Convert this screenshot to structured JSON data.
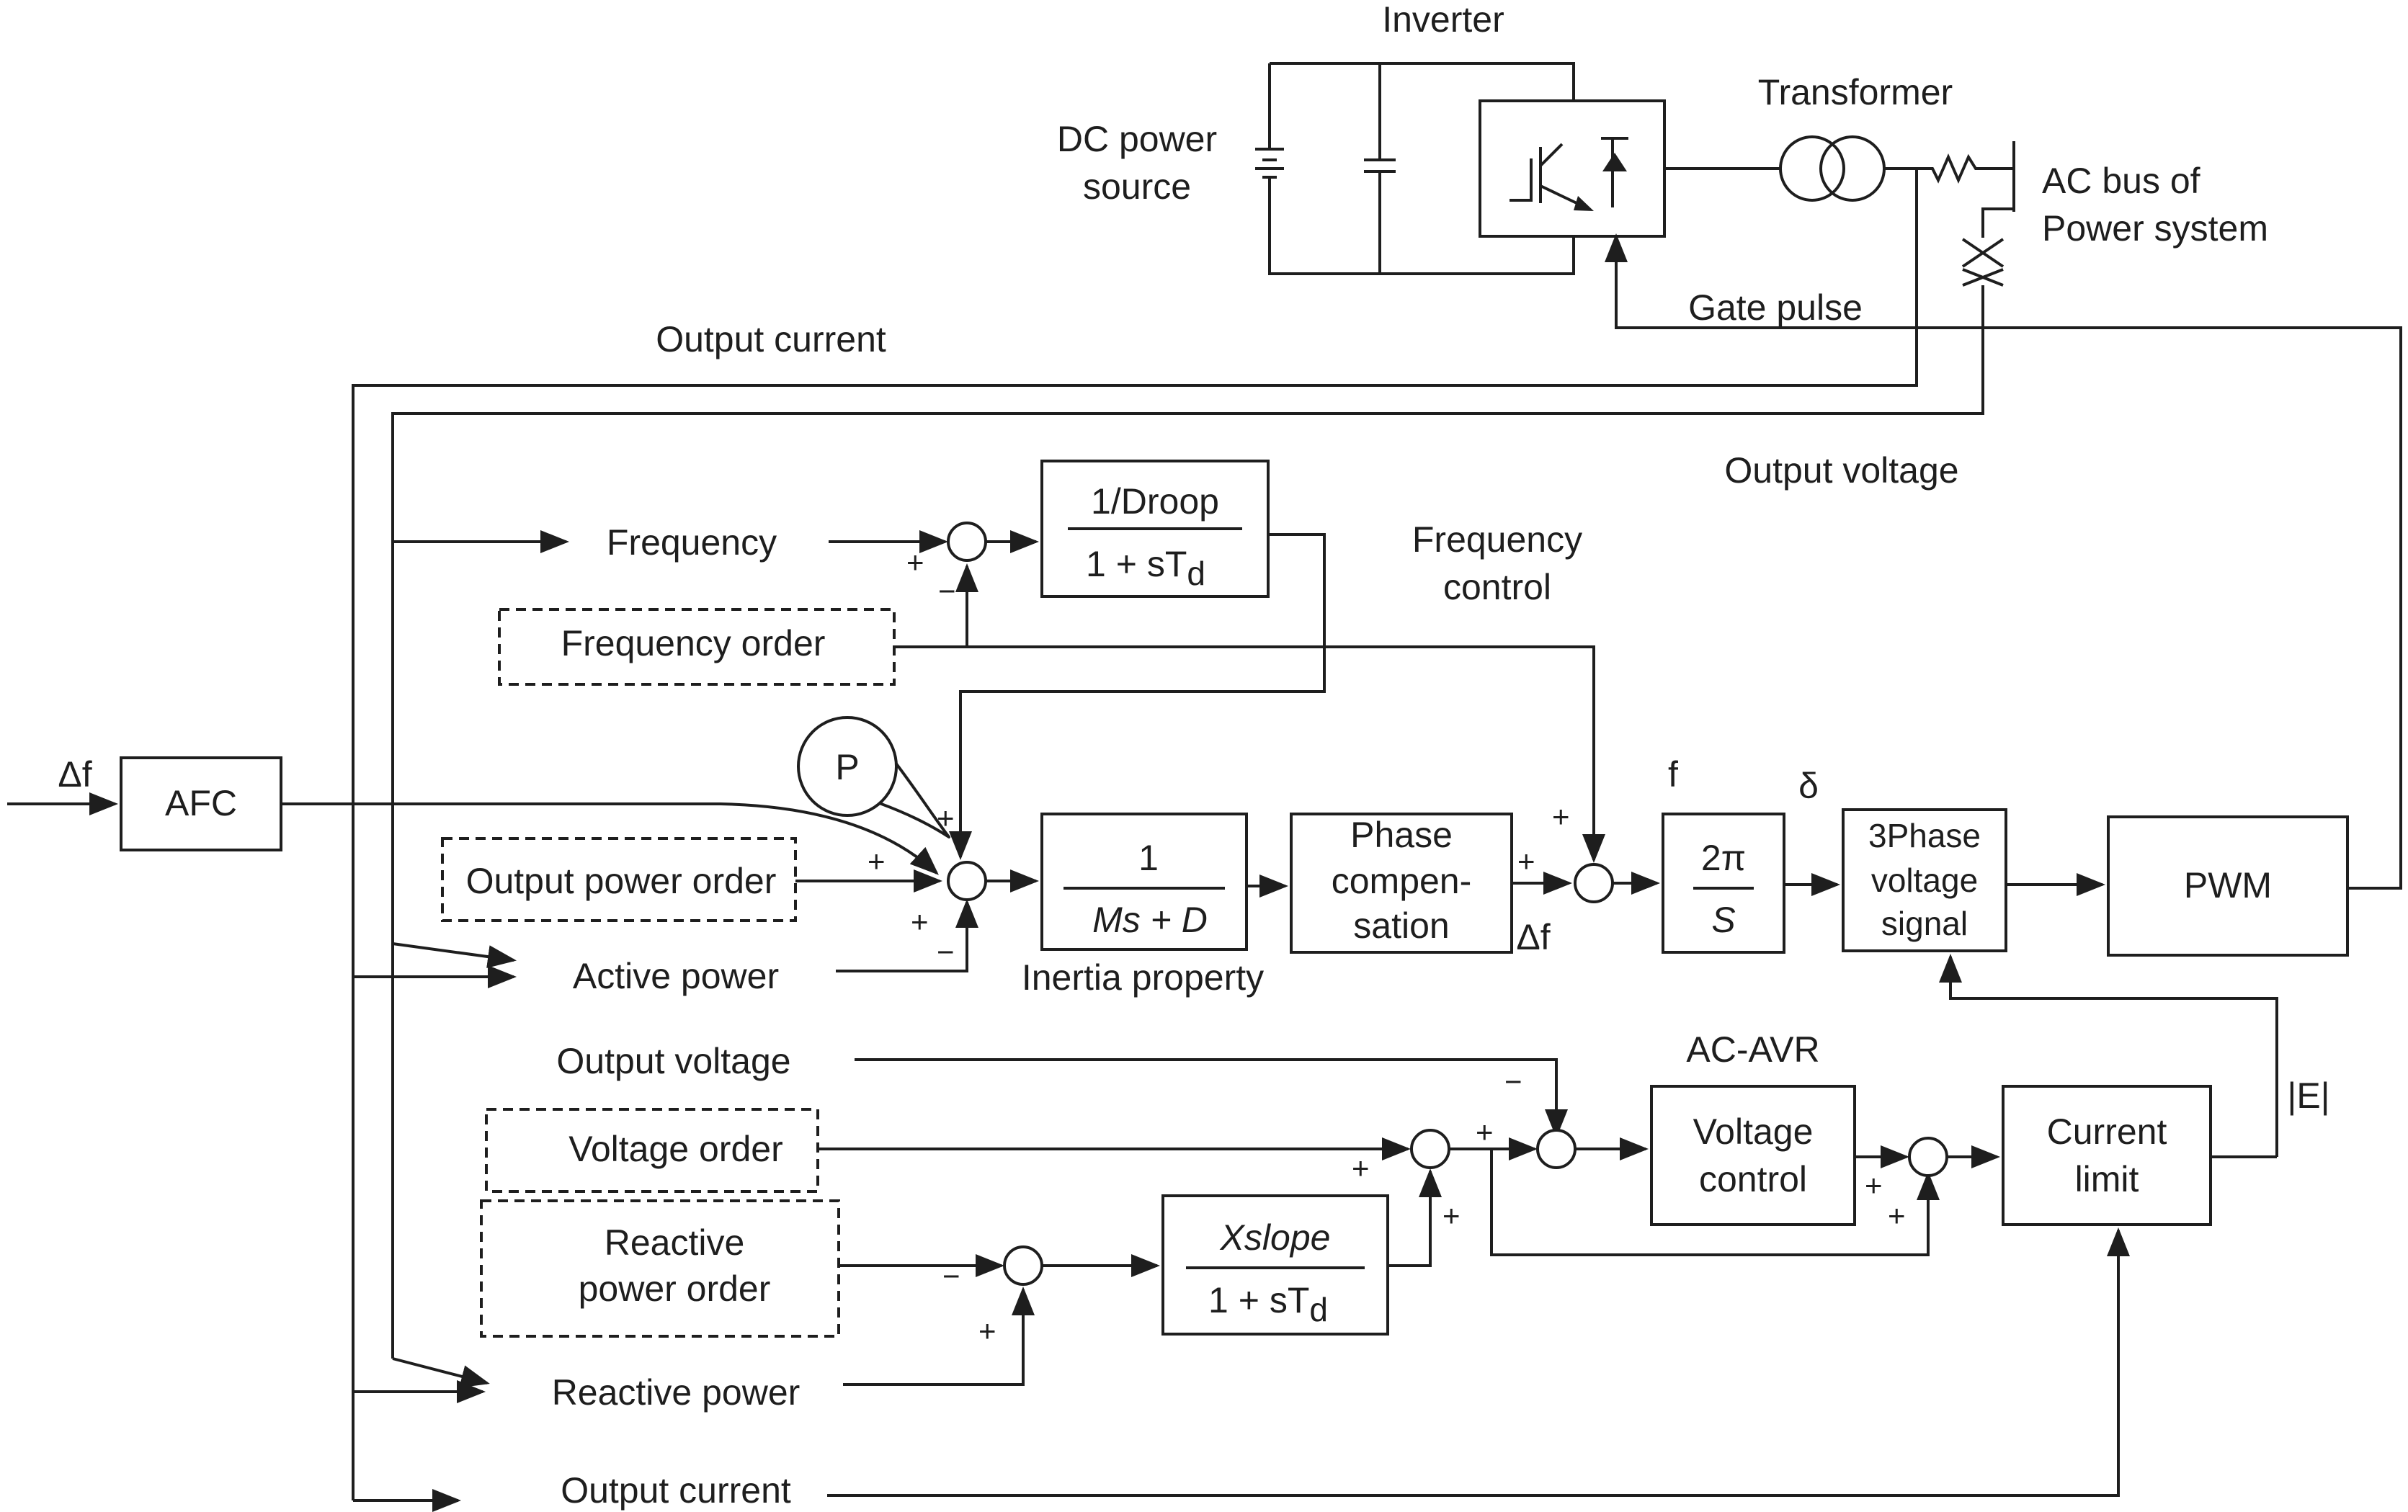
{
  "power": {
    "inverter": "Inverter",
    "dc_source_1": "DC power",
    "dc_source_2": "source",
    "transformer": "Transformer",
    "ac_bus_1": "AC bus of",
    "ac_bus_2": "Power system",
    "gate_pulse": "Gate pulse",
    "output_current_top": "Output current",
    "output_voltage_top": "Output voltage"
  },
  "frequency": {
    "frequency": "Frequency",
    "frequency_order": "Frequency order",
    "droop_num": "1/Droop",
    "droop_den": "1 + sT",
    "droop_den_sub": "d",
    "frequency_control_1": "Frequency",
    "frequency_control_2": "control"
  },
  "inertia": {
    "delta_f_in": "Δf",
    "afc": "AFC",
    "p_callout": "P",
    "output_power_order": "Output power order",
    "active_power": "Active power",
    "inertia_num": "1",
    "inertia_den": "Ms + D",
    "inertia_property": "Inertia property",
    "phase_comp_1": "Phase",
    "phase_comp_2": "compen-",
    "phase_comp_3": "sation",
    "delta_f_out": "Δf",
    "f_label": "f",
    "delta_label": "δ",
    "integrator_num": "2π",
    "integrator_den": "S",
    "three_phase_1": "3Phase",
    "three_phase_2": "voltage",
    "three_phase_3": "signal",
    "pwm": "PWM",
    "e_mag": "|E|"
  },
  "voltage": {
    "output_voltage": "Output voltage",
    "voltage_order": "Voltage order",
    "reactive_order_1": "Reactive",
    "reactive_order_2": "power order",
    "reactive_power": "Reactive power",
    "output_current": "Output current",
    "ac_avr": "AC-AVR",
    "voltage_control_1": "Voltage",
    "voltage_control_2": "control",
    "current_limit_1": "Current",
    "current_limit_2": "limit",
    "xslope_num": "Xslope",
    "xslope_den": "1 + sT",
    "xslope_den_sub": "d"
  },
  "signs": {
    "plus": "+",
    "minus": "−"
  }
}
